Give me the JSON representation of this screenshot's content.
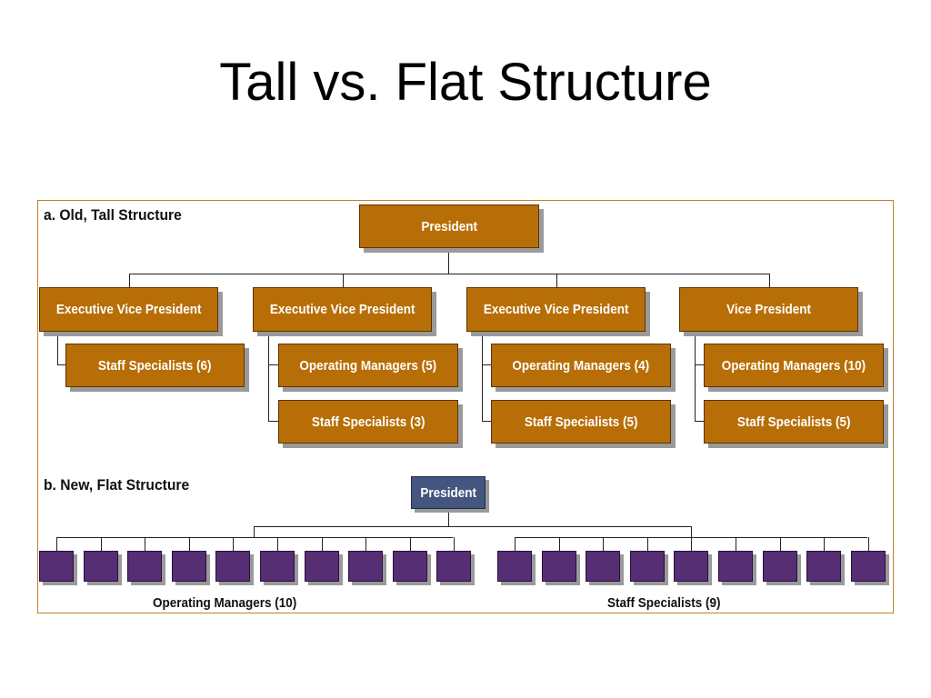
{
  "slide": {
    "title": "Tall vs. Flat Structure"
  },
  "tall": {
    "label": "a. Old, Tall Structure",
    "president": "President",
    "columns": [
      {
        "head": "Executive Vice President",
        "reports": [
          "Staff Specialists (6)"
        ]
      },
      {
        "head": "Executive Vice President",
        "reports": [
          "Operating Managers (5)",
          "Staff Specialists (3)"
        ]
      },
      {
        "head": "Executive Vice President",
        "reports": [
          "Operating Managers (4)",
          "Staff Specialists (5)"
        ]
      },
      {
        "head": "Vice President",
        "reports": [
          "Operating Managers (10)",
          "Staff Specialists (5)"
        ]
      }
    ]
  },
  "flat": {
    "label": "b. New, Flat Structure",
    "president": "President",
    "groups": [
      {
        "caption": "Operating Managers (10)",
        "count": 10
      },
      {
        "caption": "Staff Specialists (9)",
        "count": 9
      }
    ]
  },
  "colors": {
    "tall_box": "#b86e07",
    "flat_president": "#44557f",
    "flat_square": "#562e73",
    "frame_border": "#c47e2a"
  }
}
